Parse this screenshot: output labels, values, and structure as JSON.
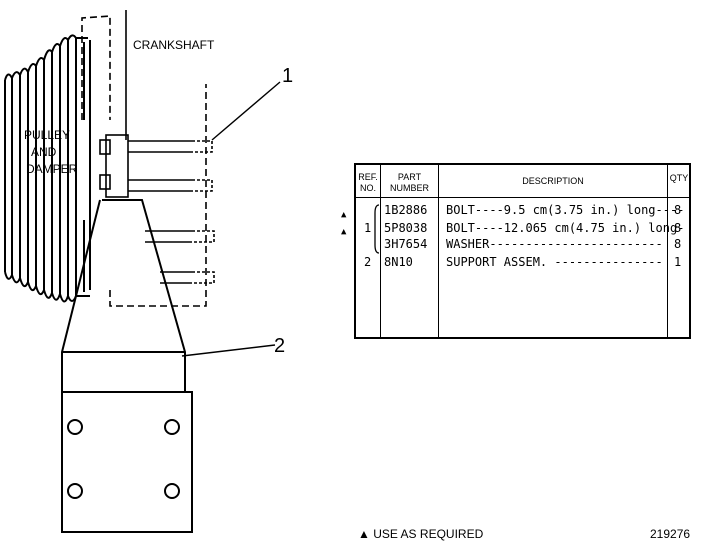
{
  "diagram": {
    "labels": {
      "crankshaft": "CRANKSHAFT",
      "pulley_line1": "PULLEY",
      "pulley_line2": "AND",
      "pulley_line3": "DAMPER",
      "callout_1": "1",
      "callout_2": "2"
    }
  },
  "parts_table": {
    "headers": {
      "ref_line1": "REF.",
      "ref_line2": "NO.",
      "part_line1": "PART",
      "part_line2": "NUMBER",
      "description": "DESCRIPTION",
      "qty": "QTY"
    },
    "rows": [
      {
        "marker": "▲",
        "ref": "",
        "part": "1B2886",
        "description": "BOLT----9.5 cm(3.75 in.) long----",
        "qty": "8"
      },
      {
        "marker": "▲",
        "ref": "1",
        "part": "5P8038",
        "description": "BOLT----12.065 cm(4.75 in.) long-",
        "qty": "8"
      },
      {
        "marker": "",
        "ref": "",
        "part": "3H7654",
        "description": "WASHER------------------------",
        "qty": "8"
      },
      {
        "marker": "",
        "ref": "2",
        "part": "8N10",
        "description": "SUPPORT ASSEM. ---------------",
        "qty": "1"
      }
    ]
  },
  "footer": {
    "note": "▲ USE AS REQUIRED",
    "drawing_number": "219276"
  }
}
